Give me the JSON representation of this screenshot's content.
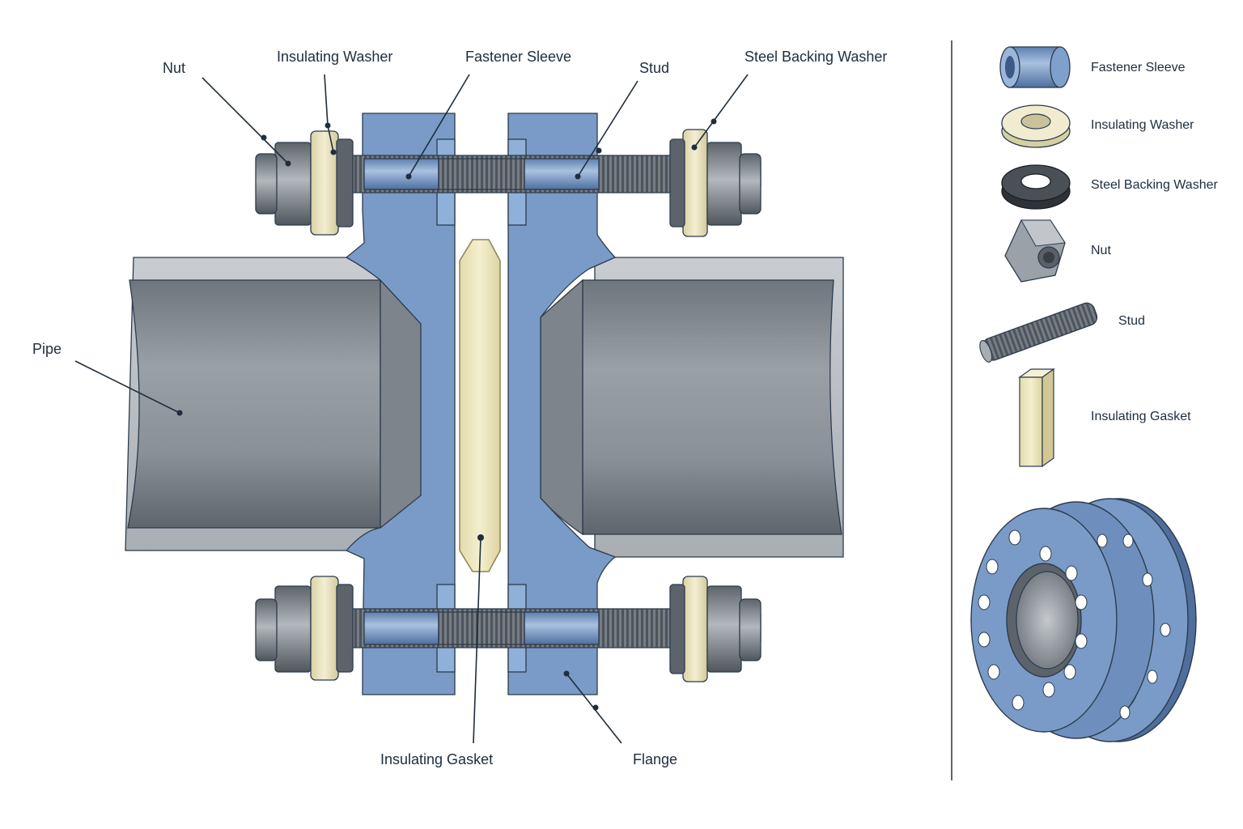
{
  "callouts": {
    "nut": "Nut",
    "insulating_washer": "Insulating Washer",
    "fastener_sleeve": "Fastener Sleeve",
    "stud": "Stud",
    "steel_backing_washer": "Steel Backing Washer",
    "pipe": "Pipe",
    "insulating_gasket": "Insulating Gasket",
    "flange": "Flange"
  },
  "legend": {
    "items": [
      {
        "label": "Fastener Sleeve",
        "icon": "sleeve-icon"
      },
      {
        "label": "Insulating Washer",
        "icon": "insulating-washer-icon"
      },
      {
        "label": "Steel Backing Washer",
        "icon": "steel-washer-icon"
      },
      {
        "label": "Nut",
        "icon": "hex-nut-icon"
      },
      {
        "label": "Stud",
        "icon": "threaded-stud-icon"
      },
      {
        "label": "Insulating Gasket",
        "icon": "gasket-bar-icon"
      }
    ],
    "assembly_icon": "flange-assembly-icon"
  },
  "colors": {
    "flange_blue": "#7a9bc8",
    "steel_gray": "#8e949b",
    "insulation_cream": "#efe9c4",
    "ink": "#1f2d3d"
  }
}
